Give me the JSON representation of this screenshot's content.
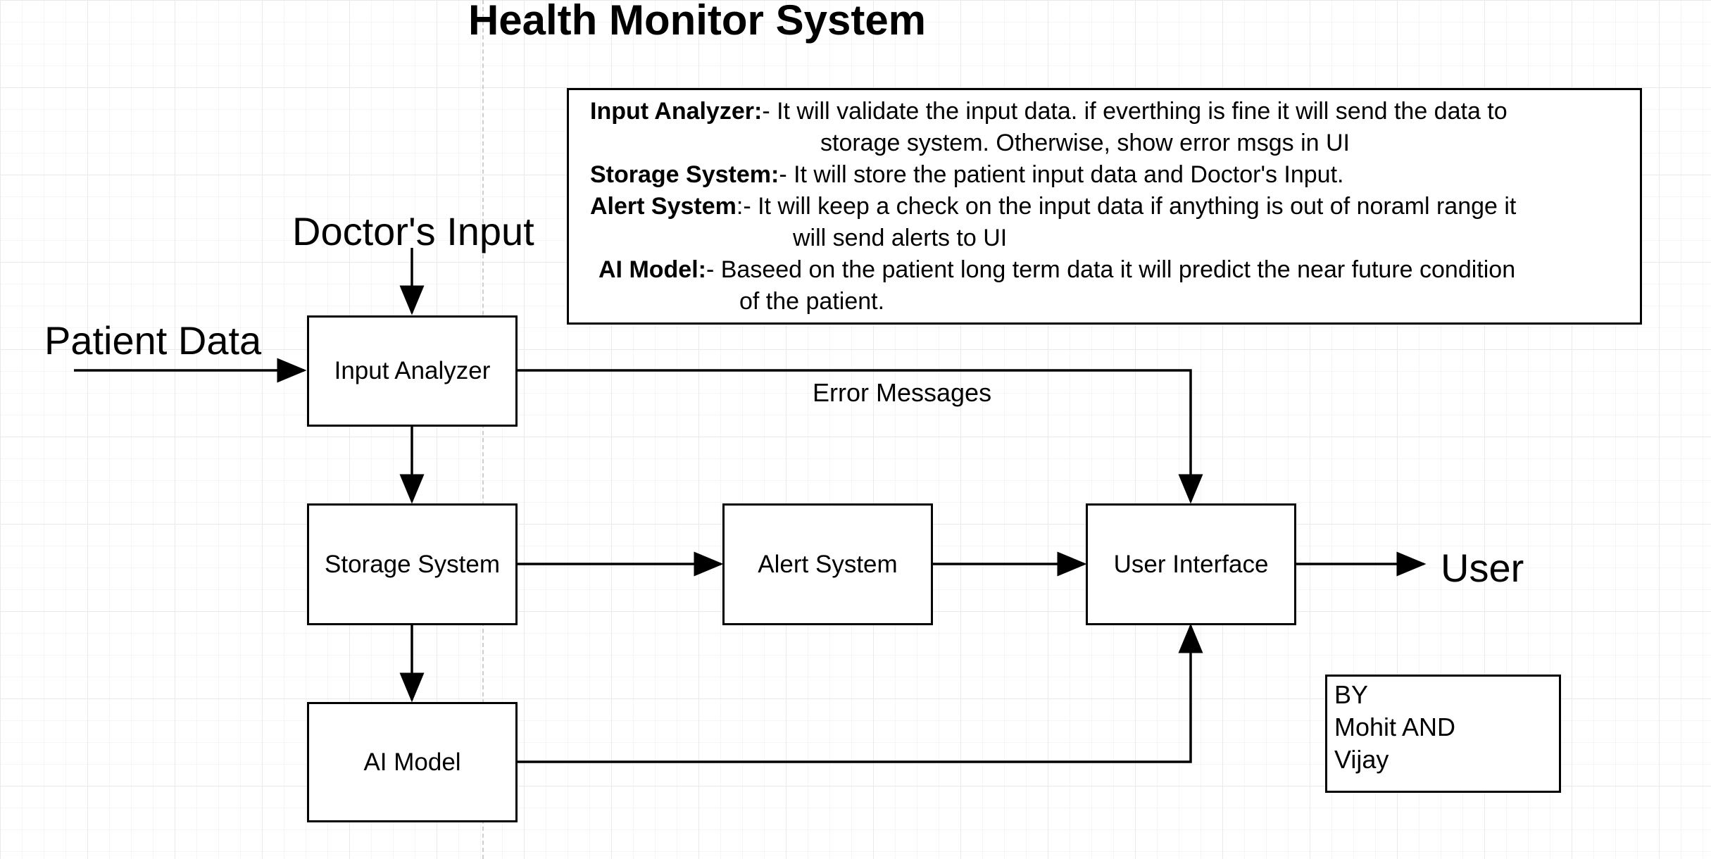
{
  "title": "Health Monitor System",
  "inputs": {
    "doctor": "Doctor's Input",
    "patient": "Patient Data"
  },
  "output": "User",
  "nodes": {
    "input_analyzer": "Input Analyzer",
    "storage_system": "Storage System",
    "alert_system": "Alert System",
    "user_interface": "User Interface",
    "ai_model": "AI Model"
  },
  "edge_labels": {
    "error_messages": "Error Messages"
  },
  "legend": [
    {
      "term": "Input Analyzer:",
      "line1": "-  It will validate the input data. if everthing is fine it will send the data to",
      "line2": "storage system. Otherwise, show error msgs in UI"
    },
    {
      "term": "Storage System:",
      "line1": "- It will store the patient input data and Doctor's Input.",
      "line2": ""
    },
    {
      "term": "Alert System",
      "line1": ":- It will keep a check on the input data if anything is out of noraml range it",
      "line2": "will send alerts to UI"
    },
    {
      "term": "AI Model:",
      "line1": "- Baseed on the patient long term data it will predict the near future condition",
      "line2": "of the patient."
    }
  ],
  "credit": {
    "line1": "BY",
    "line2": "Mohit  AND",
    "line3": "Vijay"
  }
}
